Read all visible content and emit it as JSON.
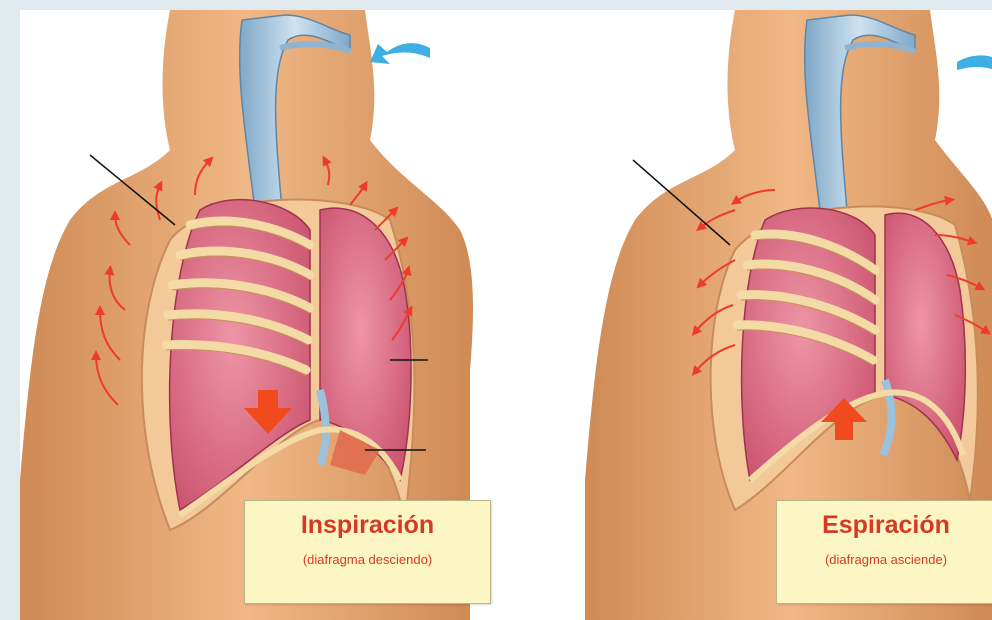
{
  "panels": [
    {
      "title": "Inspiración",
      "subtitle": "(diafragma desciendo)",
      "phase": "inspiration",
      "diaphragm_direction": "down"
    },
    {
      "title": "Espiración",
      "subtitle": "(diafragma asciende)",
      "phase": "expiration",
      "diaphragm_direction": "up"
    }
  ],
  "colors": {
    "background": "#dfe9ee",
    "skin": "#e6a772",
    "lung": "#dc6f86",
    "rib": "#f1d29a",
    "trachea": "#9cc1dd",
    "airflow_arrow": "#3eaee3",
    "motion_arrow": "#ef3b2c",
    "label_text": "#d63a24",
    "label_box": "#fbf6c4"
  },
  "icons": [
    "airflow-arrow-icon",
    "diaphragm-down-arrow-icon",
    "diaphragm-up-arrow-icon"
  ]
}
